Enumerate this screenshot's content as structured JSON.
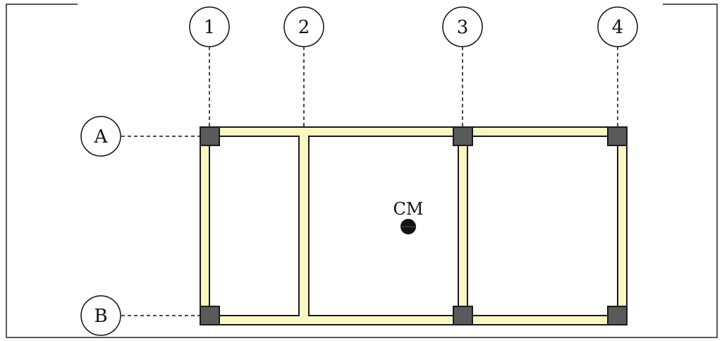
{
  "grid_columns": [
    "1",
    "2",
    "3",
    "4"
  ],
  "grid_rows": [
    "A",
    "B"
  ],
  "center_of_mass_label": "CM",
  "colors": {
    "beam_fill": "#fbf7c3",
    "beam_stroke": "#1a1a1a",
    "column_fill": "#5a5a5a",
    "line": "#111111",
    "background": "#ffffff"
  }
}
